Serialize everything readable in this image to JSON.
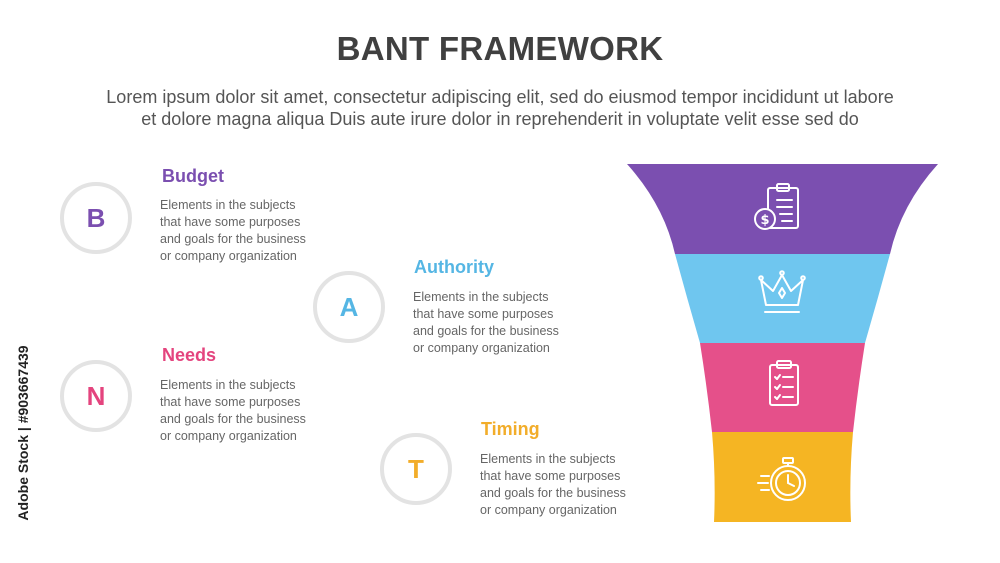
{
  "title": "BANT FRAMEWORK",
  "subtitle_line1": "Lorem ipsum dolor sit amet, consectetur adipiscing elit, sed do eiusmod tempor incididunt ut labore",
  "subtitle_line2": "et dolore magna aliqua Duis aute irure dolor in reprehenderit in voluptate velit esse sed do",
  "items": [
    {
      "letter": "B",
      "heading": "Budget",
      "color": "#7b4fb0",
      "desc": [
        "Elements in the subjects",
        "that have some purposes",
        "and goals for the  business",
        "or company organization"
      ]
    },
    {
      "letter": "A",
      "heading": "Authority",
      "color": "#55b6e4",
      "desc": [
        "Elements in the subjects",
        "that have some purposes",
        "and goals for the  business",
        "or company organization"
      ]
    },
    {
      "letter": "N",
      "heading": "Needs",
      "color": "#e4447e",
      "desc": [
        "Elements in the subjects",
        "that have some purposes",
        "and goals for the  business",
        "or company organization"
      ]
    },
    {
      "letter": "T",
      "heading": "Timing",
      "color": "#f2ad2a",
      "desc": [
        "Elements in the subjects",
        "that have some purposes",
        "and goals for the  business",
        "or company organization"
      ]
    }
  ],
  "funnel": {
    "segments": [
      {
        "color": "#7b4fb0",
        "icon": "budget-icon"
      },
      {
        "color": "#6fc6ef",
        "icon": "crown-icon"
      },
      {
        "color": "#e5508a",
        "icon": "clipboard-checklist-icon"
      },
      {
        "color": "#f5b523",
        "icon": "stopwatch-icon"
      }
    ]
  },
  "watermark": "Adobe Stock | #903667439"
}
